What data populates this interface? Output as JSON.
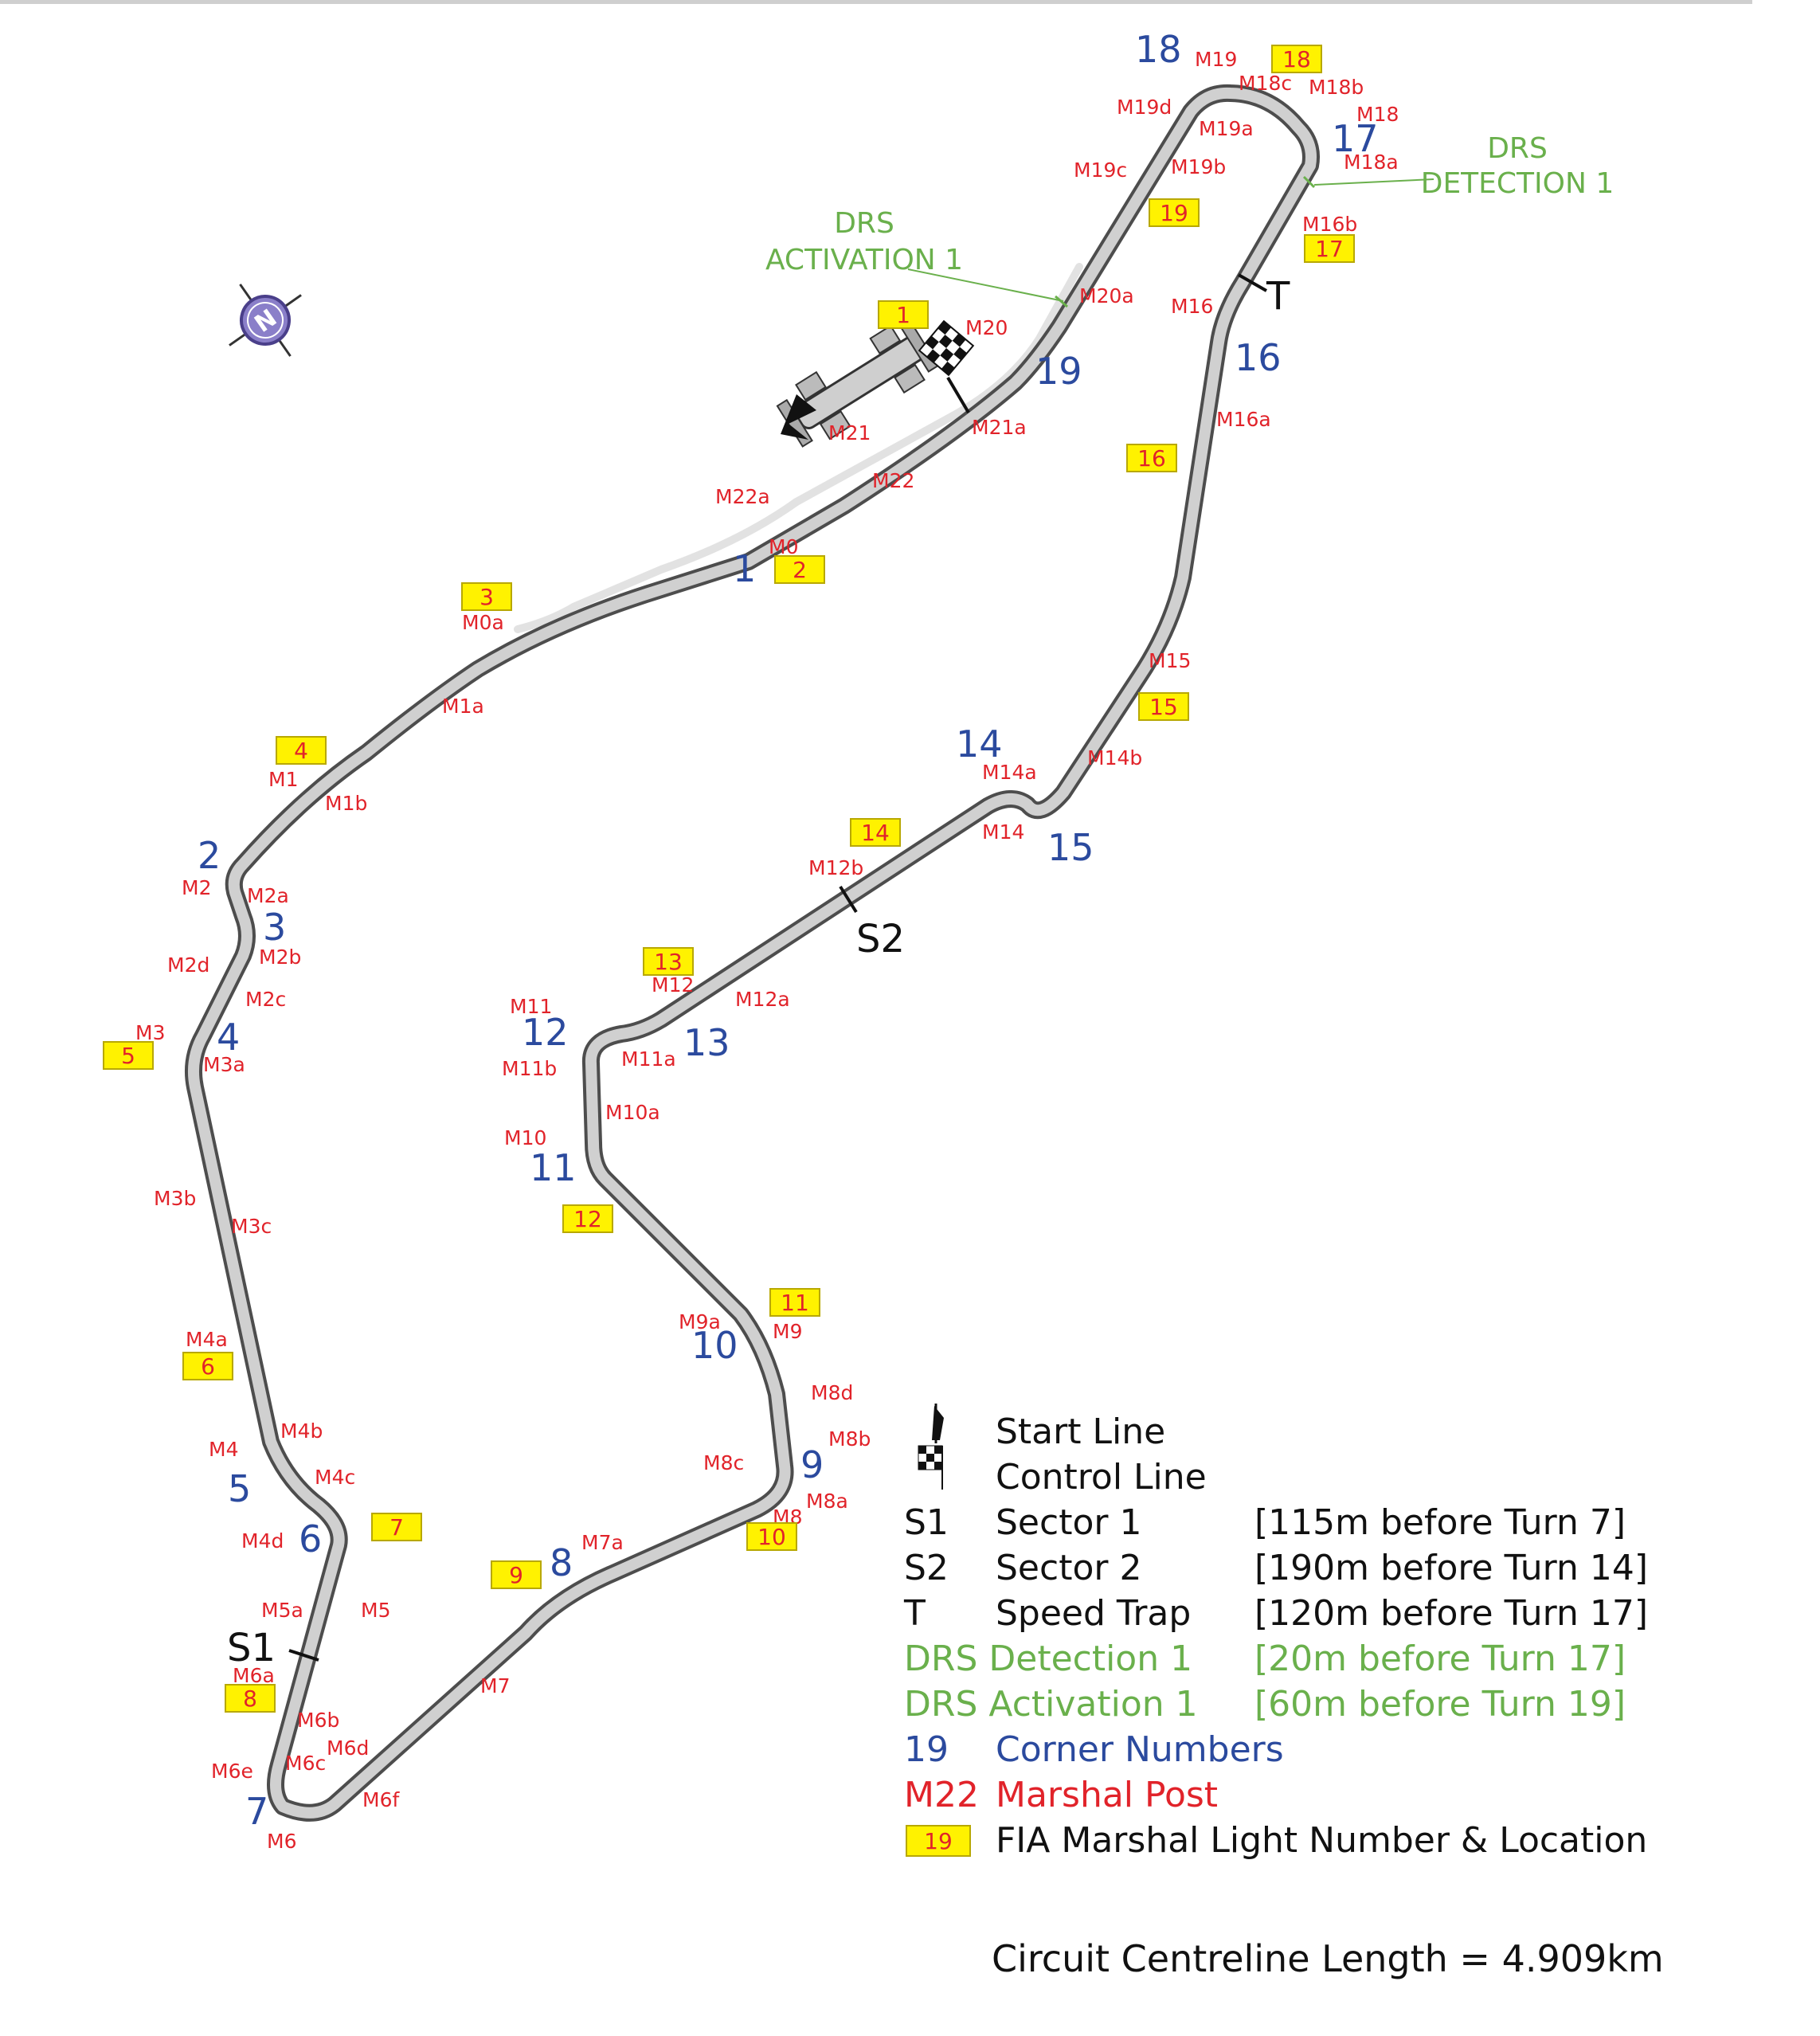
{
  "corners": [
    "1",
    "2",
    "3",
    "4",
    "5",
    "6",
    "7",
    "8",
    "9",
    "10",
    "11",
    "12",
    "13",
    "14",
    "15",
    "16",
    "17",
    "18",
    "19"
  ],
  "marshal_posts": [
    "M0",
    "M0a",
    "M1",
    "M1a",
    "M1b",
    "M2",
    "M2a",
    "M2b",
    "M2c",
    "M2d",
    "M3",
    "M3a",
    "M3b",
    "M3c",
    "M4",
    "M4a",
    "M4b",
    "M4c",
    "M4d",
    "M5",
    "M5a",
    "M6",
    "M6a",
    "M6b",
    "M6c",
    "M6d",
    "M6e",
    "M6f",
    "M7",
    "M7a",
    "M8",
    "M8a",
    "M8b",
    "M8c",
    "M8d",
    "M9",
    "M9a",
    "M10",
    "M10a",
    "M11",
    "M11a",
    "M11b",
    "M12",
    "M12a",
    "M12b",
    "M14",
    "M14a",
    "M14b",
    "M15",
    "M16",
    "M16a",
    "M16b",
    "M18",
    "M18a",
    "M18b",
    "M18c",
    "M19",
    "M19a",
    "M19b",
    "M19c",
    "M19d",
    "M20",
    "M20a",
    "M21",
    "M21a",
    "M22",
    "M22a"
  ],
  "marshal_lights": [
    "1",
    "2",
    "3",
    "4",
    "5",
    "6",
    "7",
    "8",
    "9",
    "10",
    "11",
    "12",
    "13",
    "14",
    "15",
    "16",
    "17",
    "18",
    "19"
  ],
  "track_markers": {
    "sector1": "S1",
    "sector2": "S2",
    "speed_trap": "T"
  },
  "drs": {
    "activation_line1": "DRS",
    "activation_line2": "ACTIVATION 1",
    "detection_line1": "DRS",
    "detection_line2": "DETECTION 1"
  },
  "icons": [
    "compass-icon",
    "car-icon",
    "chequered-flag-icon",
    "start-line-icon"
  ],
  "legend": [
    {
      "key": "",
      "label": "Start Line",
      "note": "",
      "color": "#111111"
    },
    {
      "key": "",
      "label": "Control Line",
      "note": "",
      "color": "#111111"
    },
    {
      "key": "S1",
      "label": "Sector 1",
      "note": "[115m before Turn 7]",
      "color": "#111111"
    },
    {
      "key": "S2",
      "label": "Sector 2",
      "note": "[190m before Turn 14]",
      "color": "#111111"
    },
    {
      "key": "T",
      "label": "Speed Trap",
      "note": "[120m before Turn 17]",
      "color": "#111111"
    },
    {
      "key": "DRS Detection 1",
      "label": "",
      "note": "[20m before Turn 17]",
      "color": "#6ab04c"
    },
    {
      "key": "DRS Activation 1",
      "label": "",
      "note": "[60m before Turn 19]",
      "color": "#6ab04c"
    },
    {
      "key": "19",
      "label": "Corner Numbers",
      "note": "",
      "color": "#2b4a9e"
    },
    {
      "key": "M22",
      "label": "Marshal Post",
      "note": "",
      "color": "#e1232a"
    },
    {
      "key": "19",
      "label": "FIA Marshal Light Number & Location",
      "note": "",
      "color": "#111111"
    }
  ],
  "circuit_length": "Circuit Centreline Length = 4.909km",
  "colors": {
    "track": "#d0d0d0",
    "corner": "#2b4a9e",
    "marshal": "#e1232a",
    "light": "#fff200",
    "drs": "#6ab04c"
  }
}
